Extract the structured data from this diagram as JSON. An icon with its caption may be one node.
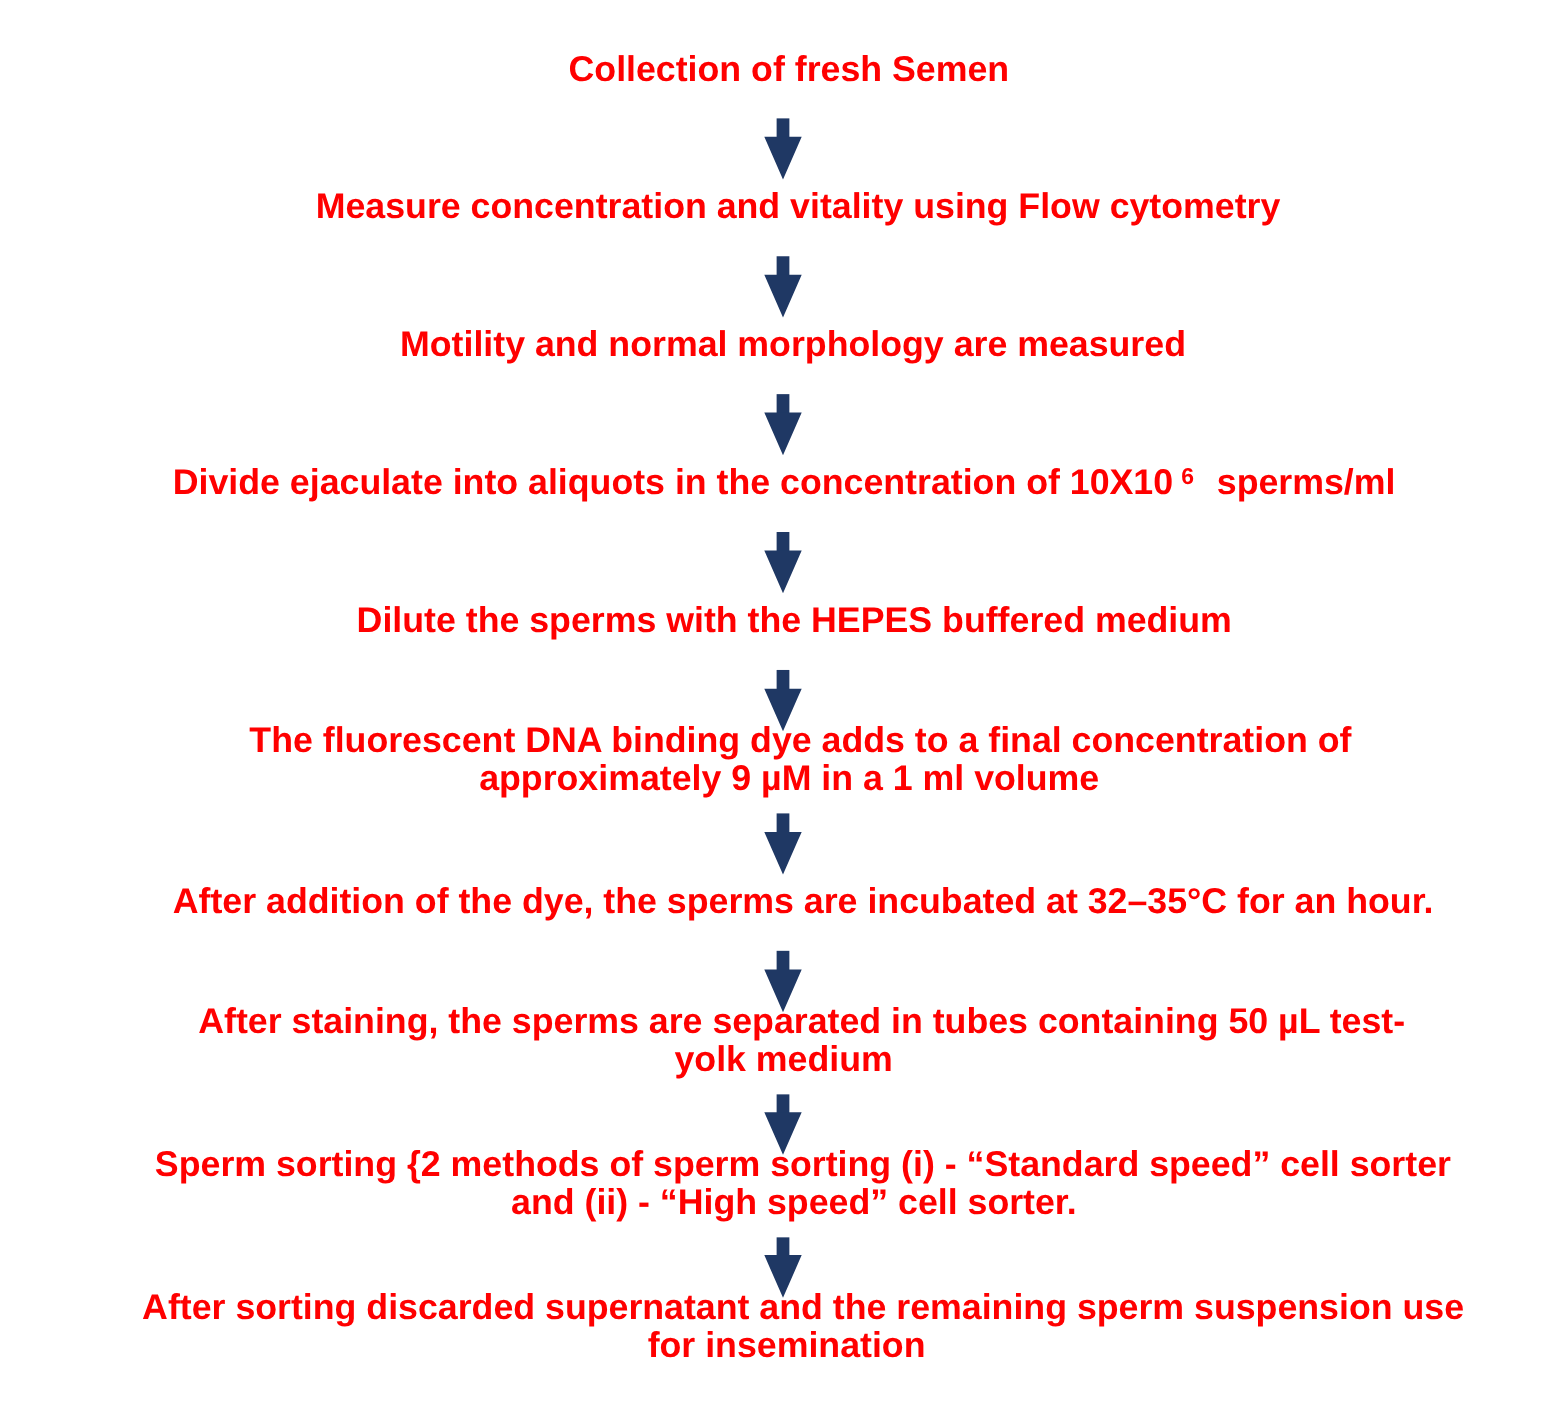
{
  "diagram": {
    "nodes": [
      {
        "text": [
          "Collection of fresh Semen"
        ]
      },
      {
        "text": [
          "Measure concentration and vitality using Flow cytometry"
        ]
      },
      {
        "text": [
          "Motility and normal morphology are measured"
        ]
      },
      {
        "text": [
          "Divide ejaculate into aliquots in the concentration of 10X10$^{6}$ sperms/ml"
        ]
      },
      {
        "text": [
          "Dilute the sperms with the HEPES buffered medium"
        ]
      },
      {
        "text": [
          "The fluorescent DNA binding dye adds to a final concentration of approximately 9 µM in a 1 ml volume"
        ]
      },
      {
        "text": [
          "After addition of the dye, the sperms are incubated at 32–35°C for an hour."
        ]
      },
      {
        "text": [
          "After staining, the sperms are separated in tubes containing 50 µL test- yolk medium"
        ]
      },
      {
        "text": [
          "Sperm sorting {2 methods of sperm sorting (i) - “Standard speed” cell sorter and (ii) - “High speed” cell sorter."
        ]
      },
      {
        "text": [
          "After sorting discarded supernatant and the remaining sperm suspension use for insemination"
        ]
      }
    ],
    "edges": [
      {
        "from": 0,
        "to": 1,
        "arrow": "to"
      },
      {
        "from": 1,
        "to": 2,
        "arrow": "to"
      },
      {
        "from": 2,
        "to": 3,
        "arrow": "to"
      },
      {
        "from": 3,
        "to": 4,
        "arrow": "to"
      },
      {
        "from": 4,
        "to": 5,
        "arrow": "to"
      },
      {
        "from": 5,
        "to": 6,
        "arrow": "to"
      },
      {
        "from": 6,
        "to": 7,
        "arrow": "to"
      },
      {
        "from": 7,
        "to": 8,
        "arrow": "to"
      },
      {
        "from": 8,
        "to": 9,
        "arrow": "to"
      }
    ]
  }
}
